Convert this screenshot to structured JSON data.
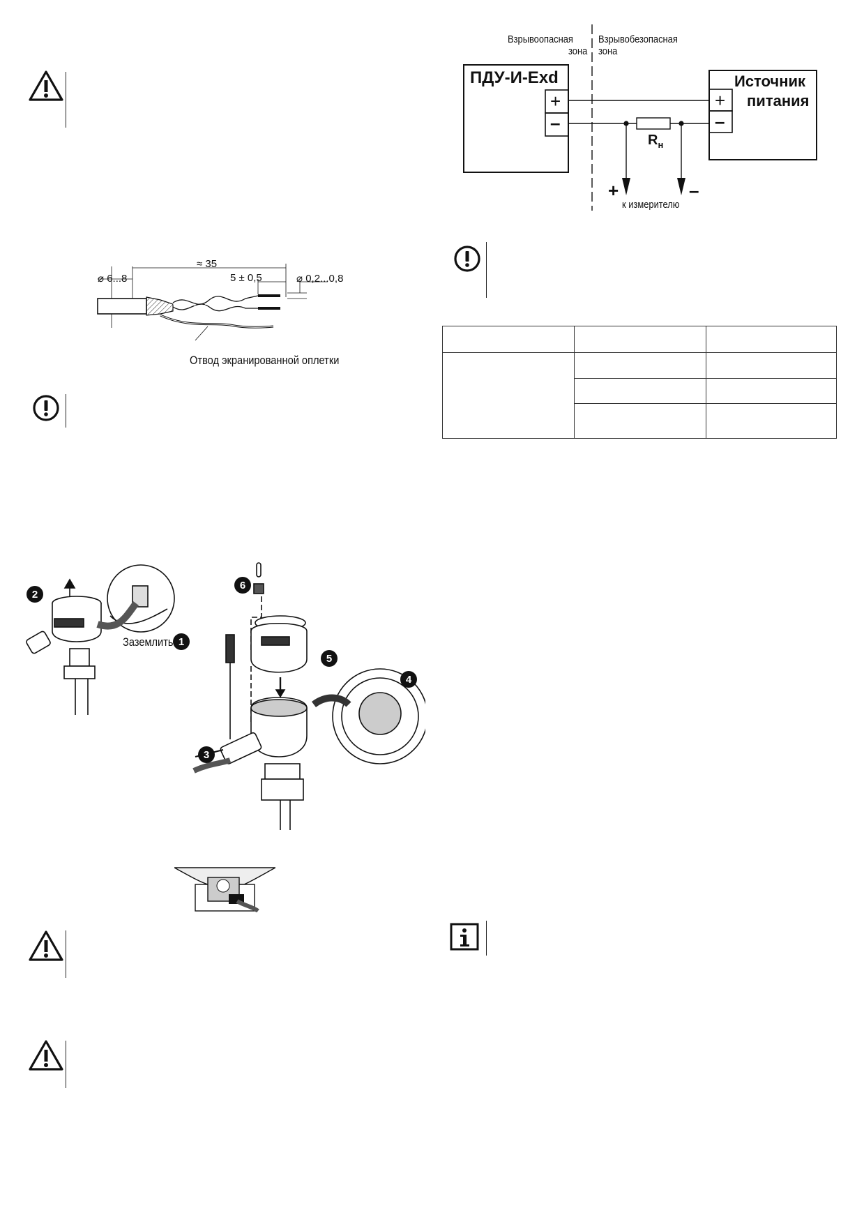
{
  "circuit": {
    "hazardous_zone": "Взрывоопасная",
    "hazardous_zone_2": "зона",
    "safe_zone": "Взрывобезопасная",
    "safe_zone_2": "зона",
    "device": "ПДУ-И-Exd",
    "source_line1": "Источник",
    "source_line2": "питания",
    "plus": "+",
    "minus": "–",
    "resistor": "R",
    "resistor_sub": "н",
    "meter_label": "к измерителю"
  },
  "cable": {
    "total_length": "≈ 35",
    "strip_length": "5 ± 0,5",
    "outer_diameter": "⌀ 6...8",
    "wire_diameter": "⌀ 0,2...0,8",
    "shield_label": "Отвод экранированной оплетки"
  },
  "assembly": {
    "ground_label": "Заземлить!",
    "steps": [
      "1",
      "2",
      "3",
      "4",
      "5",
      "6"
    ]
  },
  "table": {
    "rows": 4,
    "cols": 3
  },
  "icons": [
    "warning-icon",
    "notice-icon",
    "info-icon"
  ]
}
